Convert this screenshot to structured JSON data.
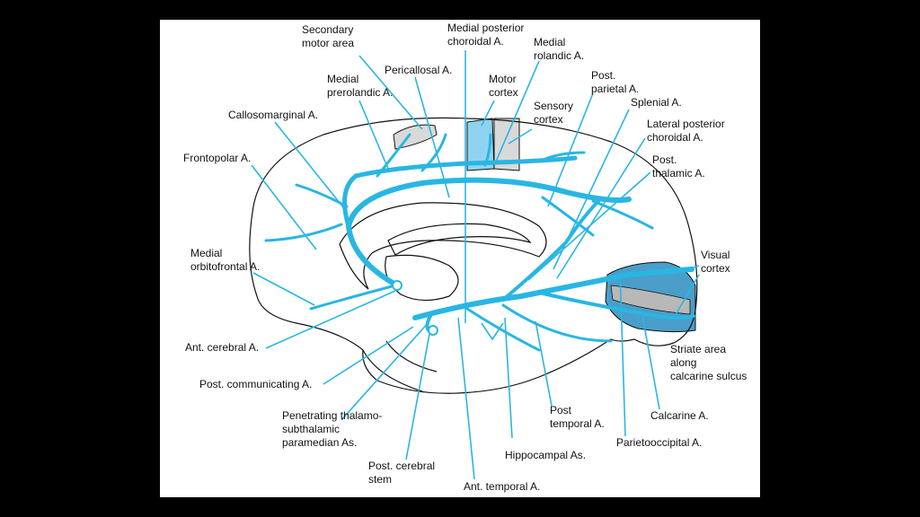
{
  "colors": {
    "background": "#000000",
    "panel": "#ffffff",
    "artery": "#29b6e3",
    "motor_cortex": "#8fd3f0",
    "sensory_cortex": "#d9d9d9",
    "visual_cortex": "#4a9ec9",
    "striate_area": "#b8b8b8"
  },
  "labels": {
    "secondary_motor_area": [
      "Secondary",
      "motor area"
    ],
    "medial_posterior_choroidal": [
      "Medial posterior",
      "choroidal A."
    ],
    "medial_rolandic": [
      "Medial",
      "rolandic A."
    ],
    "pericallosal": [
      "Pericallosal A."
    ],
    "motor_cortex": [
      "Motor",
      "cortex"
    ],
    "medial_prerolandic": [
      "Medial",
      "prerolandic A."
    ],
    "post_parietal": [
      "Post.",
      "parietal A."
    ],
    "sensory_cortex": [
      "Sensory",
      "cortex"
    ],
    "splenial": [
      "Splenial A."
    ],
    "callosomarginal": [
      "Callosomarginal A."
    ],
    "lateral_posterior_choroidal": [
      "Lateral posterior",
      "choroidal A."
    ],
    "frontopolar": [
      "Frontopolar A."
    ],
    "post_thalamic": [
      "Post.",
      "thalamic A."
    ],
    "medial_orbitofrontal": [
      "Medial",
      "orbitofrontal A."
    ],
    "visual_cortex": [
      "Visual",
      "cortex"
    ],
    "ant_cerebral": [
      "Ant. cerebral A."
    ],
    "striate_area": [
      "Striate area",
      "along",
      "calcarine sulcus"
    ],
    "post_communicating": [
      "Post. communicating A."
    ],
    "penetrating": [
      "Penetrating thalamo-",
      "subthalamic",
      "paramedian As."
    ],
    "post_temporal": [
      "Post",
      "temporal A."
    ],
    "calcarine": [
      "Calcarine A."
    ],
    "parietooccipital": [
      "Parietooccipital A."
    ],
    "hippocampal": [
      "Hippocampal As."
    ],
    "post_cerebral_stem": [
      "Post. cerebral",
      "stem"
    ],
    "ant_temporal": [
      "Ant. temporal A."
    ]
  }
}
